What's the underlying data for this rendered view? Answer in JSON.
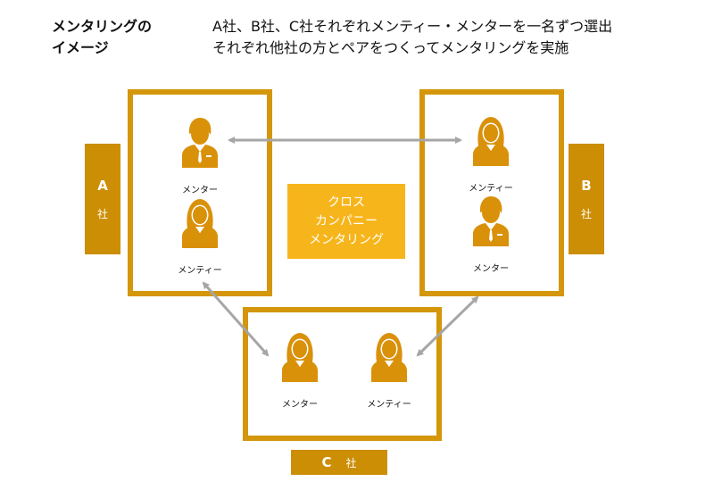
{
  "heading": {
    "line1": "メンタリングの",
    "line2": "イメージ"
  },
  "description": {
    "line1": "A社、B社、C社それぞれメンティー・メンターを一名ずつ選出",
    "line2": "それぞれ他社の方とペアをつくってメンタリングを実施"
  },
  "center": {
    "line1": "クロス",
    "line2": "カンパニー",
    "line3": "メンタリング"
  },
  "companies": {
    "a": {
      "letter": "A",
      "suffix": "社",
      "people": [
        {
          "role": "メンター"
        },
        {
          "role": "メンティー"
        }
      ]
    },
    "b": {
      "letter": "B",
      "suffix": "社",
      "people": [
        {
          "role": "メンティー"
        },
        {
          "role": "メンター"
        }
      ]
    },
    "c": {
      "letter": "C",
      "suffix": "社",
      "people": [
        {
          "role": "メンター"
        },
        {
          "role": "メンティー"
        }
      ]
    }
  },
  "colors": {
    "frame": "#D4960B",
    "tab": "#CC8E05",
    "center_fill": "#F7B51C",
    "person_mentor": "#D9910A",
    "person_mentee": "#D9910A",
    "arrow": "#A6A6A6"
  },
  "icons": {
    "person": "person-icon",
    "arrow": "double-arrow"
  }
}
